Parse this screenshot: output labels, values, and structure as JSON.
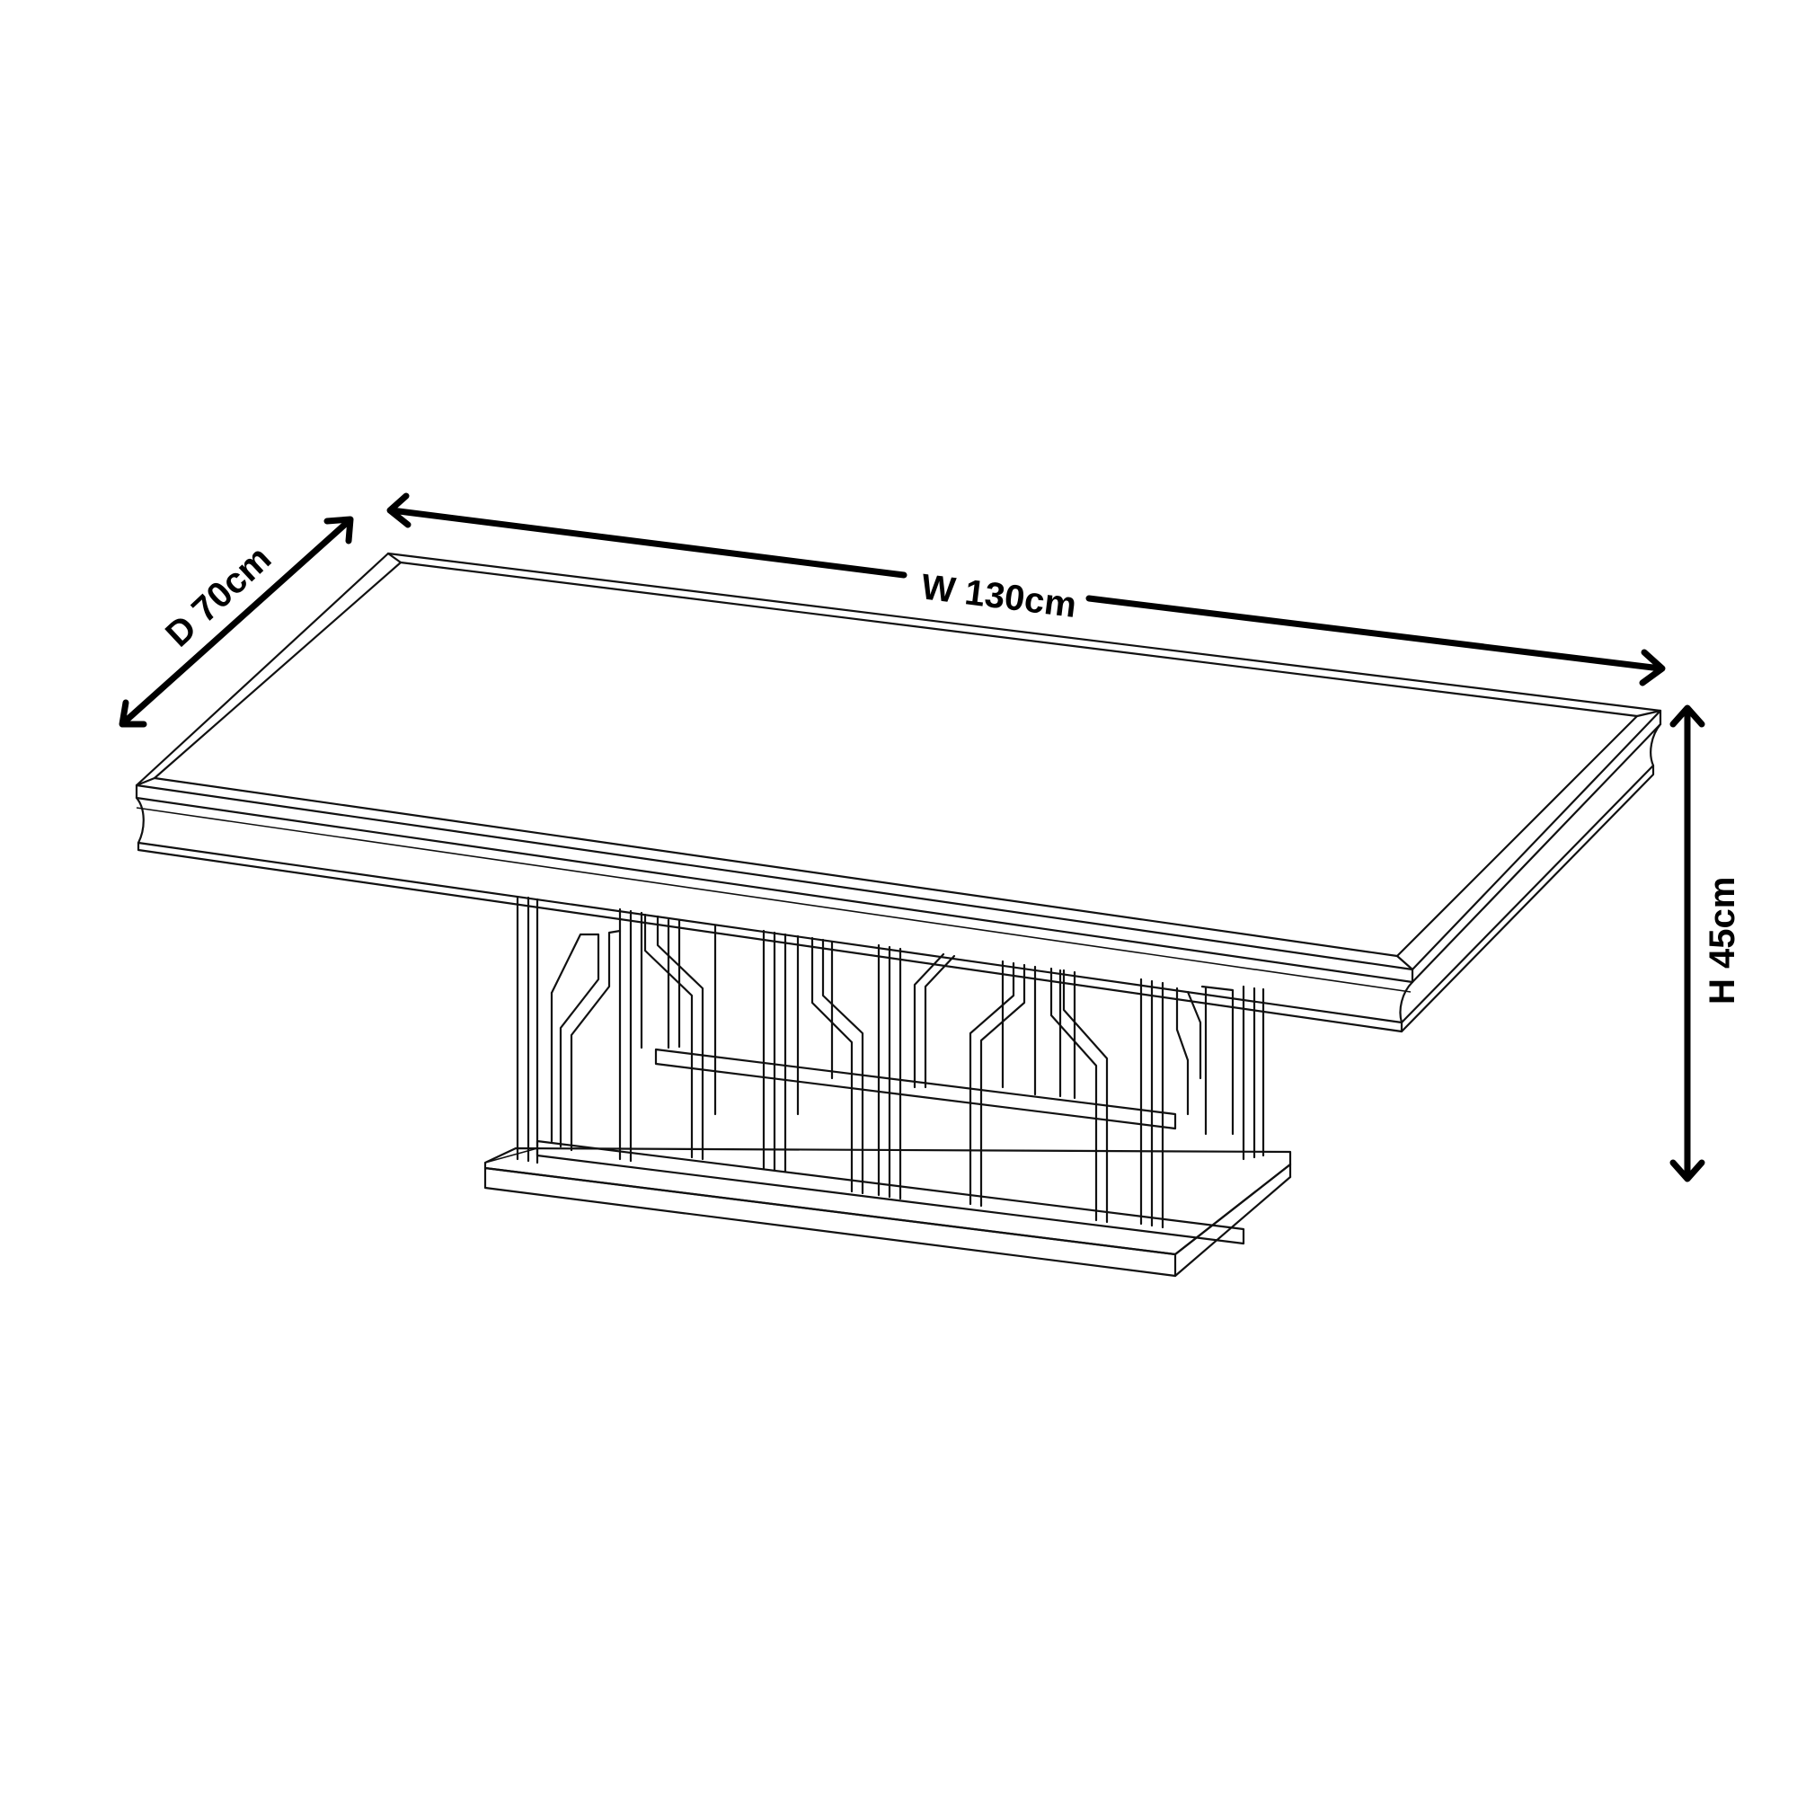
{
  "diagram": {
    "subject": "Rectangular pedestal table, line drawing with dimensions",
    "colors": {
      "line": "#111111",
      "background": "#ffffff"
    },
    "dimensions": {
      "depth": {
        "label": "D 70cm",
        "value": 70,
        "unit": "cm"
      },
      "width": {
        "label": "W 130cm",
        "value": 130,
        "unit": "cm"
      },
      "height": {
        "label": "H 45cm",
        "value": 45,
        "unit": "cm"
      }
    },
    "parts": [
      "table-top",
      "top-edge-moulding",
      "geometric-pedestal-frame",
      "plinth-base"
    ]
  }
}
